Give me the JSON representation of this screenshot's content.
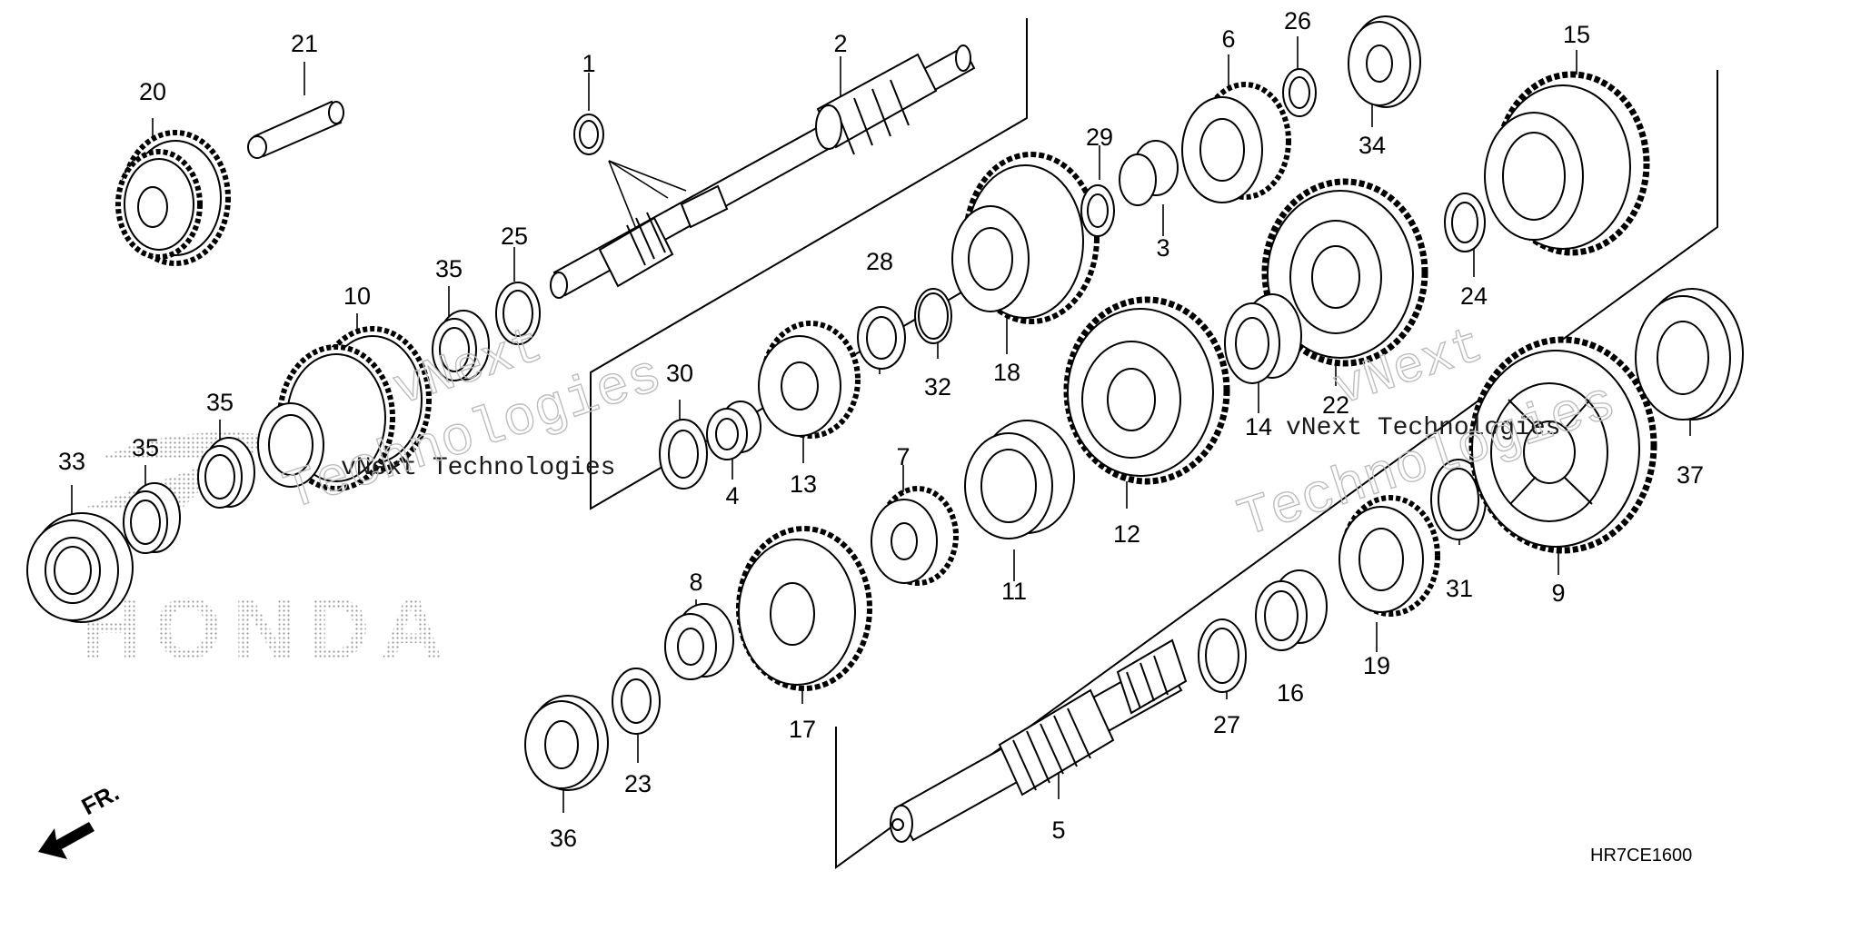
{
  "diagram": {
    "diagram_code": "HR7CE1600",
    "direction_label": "FR.",
    "brand_mark": "HONDA",
    "watermark_lines": [
      "vNext",
      "vNext Technologies",
      "Technologies"
    ],
    "callouts": [
      {
        "id": "1",
        "label": "1"
      },
      {
        "id": "2",
        "label": "2"
      },
      {
        "id": "3",
        "label": "3"
      },
      {
        "id": "4",
        "label": "4"
      },
      {
        "id": "5",
        "label": "5"
      },
      {
        "id": "6",
        "label": "6"
      },
      {
        "id": "7",
        "label": "7"
      },
      {
        "id": "8",
        "label": "8"
      },
      {
        "id": "9",
        "label": "9"
      },
      {
        "id": "10",
        "label": "10"
      },
      {
        "id": "11",
        "label": "11"
      },
      {
        "id": "12",
        "label": "12"
      },
      {
        "id": "13",
        "label": "13"
      },
      {
        "id": "14",
        "label": "14"
      },
      {
        "id": "15",
        "label": "15"
      },
      {
        "id": "16",
        "label": "16"
      },
      {
        "id": "17",
        "label": "17"
      },
      {
        "id": "18",
        "label": "18"
      },
      {
        "id": "19",
        "label": "19"
      },
      {
        "id": "20",
        "label": "20"
      },
      {
        "id": "21",
        "label": "21"
      },
      {
        "id": "22",
        "label": "22"
      },
      {
        "id": "23",
        "label": "23"
      },
      {
        "id": "24",
        "label": "24"
      },
      {
        "id": "25",
        "label": "25"
      },
      {
        "id": "26",
        "label": "26"
      },
      {
        "id": "27",
        "label": "27"
      },
      {
        "id": "28",
        "label": "28"
      },
      {
        "id": "29",
        "label": "29"
      },
      {
        "id": "30",
        "label": "30"
      },
      {
        "id": "31",
        "label": "31"
      },
      {
        "id": "32",
        "label": "32"
      },
      {
        "id": "33",
        "label": "33"
      },
      {
        "id": "34",
        "label": "34"
      },
      {
        "id": "35a",
        "label": "35"
      },
      {
        "id": "35b",
        "label": "35"
      },
      {
        "id": "35c",
        "label": "35"
      },
      {
        "id": "36",
        "label": "36"
      },
      {
        "id": "37",
        "label": "37"
      }
    ]
  }
}
